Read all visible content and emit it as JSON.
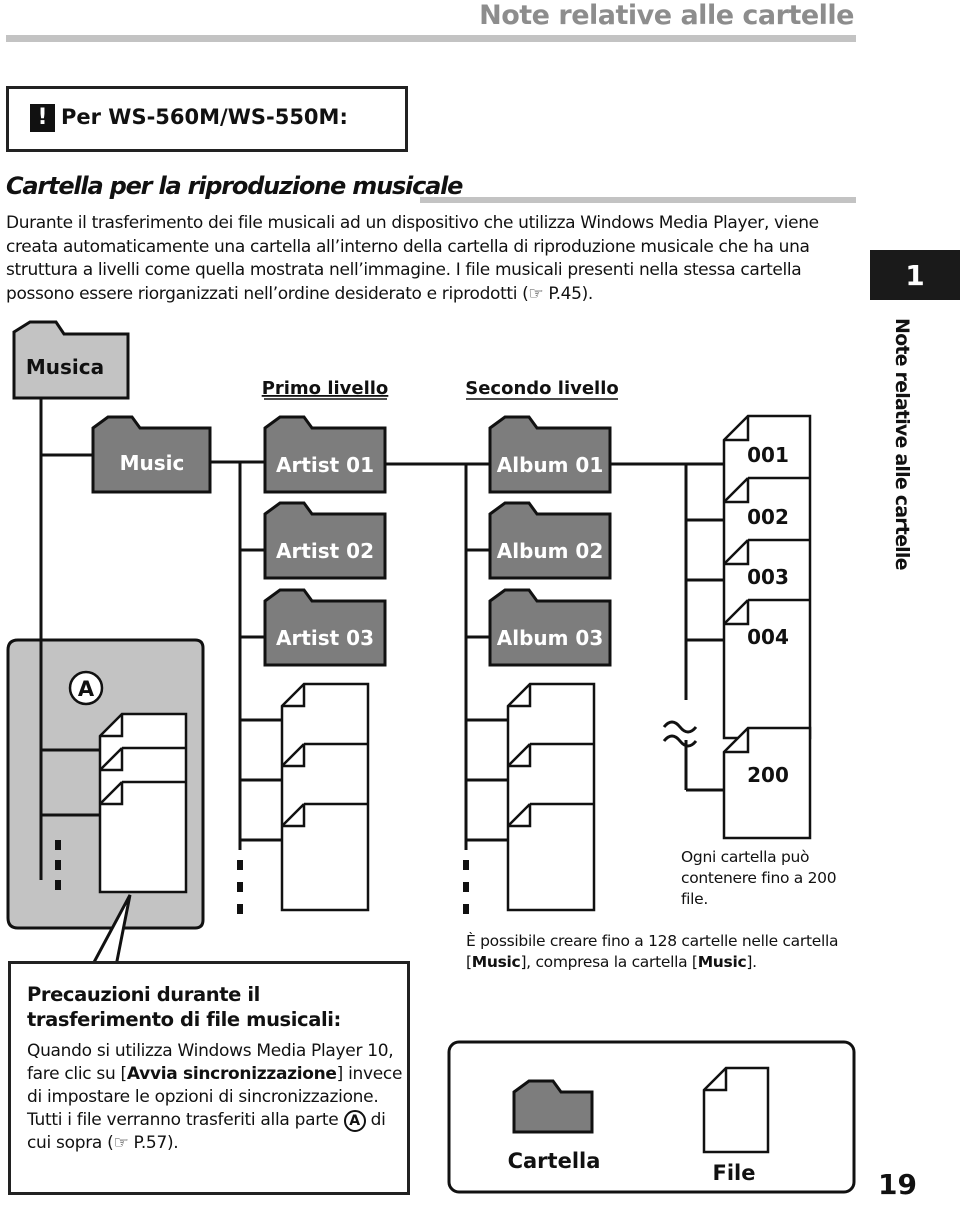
{
  "header": {
    "title": "Note relative alle cartelle"
  },
  "model_note": {
    "icon": "exclamation-icon",
    "label": "Per WS-560M/WS-550M:"
  },
  "section": {
    "title": "Cartella per la riproduzione musicale"
  },
  "intro": {
    "text": "Durante il trasferimento dei file musicali ad un dispositivo che utilizza Windows Media Player, viene creata automaticamente una cartella all’interno della cartella di riproduzione musicale che ha una struttura a livelli come quella mostrata nell’immagine. I file musicali presenti nella stessa cartella possono essere riorganizzati nell’ordine desiderato e riprodotti (",
    "ref_icon": "pointing-hand-icon",
    "ref": "☞",
    "ref_page": "P.45)."
  },
  "side": {
    "chapter": "1",
    "label": "Note relative alle cartelle"
  },
  "diagram": {
    "root": "Musica",
    "music_folder": "Music",
    "level1_header": "Primo livello",
    "level2_header": "Secondo livello",
    "artists": [
      "Artist 01",
      "Artist 02",
      "Artist 03"
    ],
    "albums": [
      "Album 01",
      "Album 02",
      "Album 03"
    ],
    "files": [
      "001",
      "002",
      "003",
      "004",
      "200"
    ],
    "marker": "A"
  },
  "notes": {
    "files_limit": "Ogni cartella può contenere fino a 200 file.",
    "folders_limit_pre": "È possibile creare fino a 128 cartelle nelle cartella [",
    "folders_limit_kw1": "Music",
    "folders_limit_mid": "], compresa la cartella [",
    "folders_limit_kw2": "Music",
    "folders_limit_post": "]."
  },
  "callout": {
    "title": "Precauzioni durante il trasferimento di file musicali:",
    "body_1": "Quando si utilizza Windows Media Player 10, fare clic su [",
    "body_kw": "Avvia sincronizzazione",
    "body_2": "] invece di impostare le opzioni di sincronizzazione. Tutti i file verranno trasferiti alla parte ",
    "body_marker": "A",
    "body_3": " di cui sopra (",
    "body_ref": "☞",
    "body_page": "P.57)."
  },
  "legend": {
    "folder_label": "Cartella",
    "file_label": "File"
  },
  "page_number": "19",
  "colors": {
    "folder_fill": "#7d7d7d",
    "shade": "#c3c3c3",
    "ink": "#111111"
  }
}
